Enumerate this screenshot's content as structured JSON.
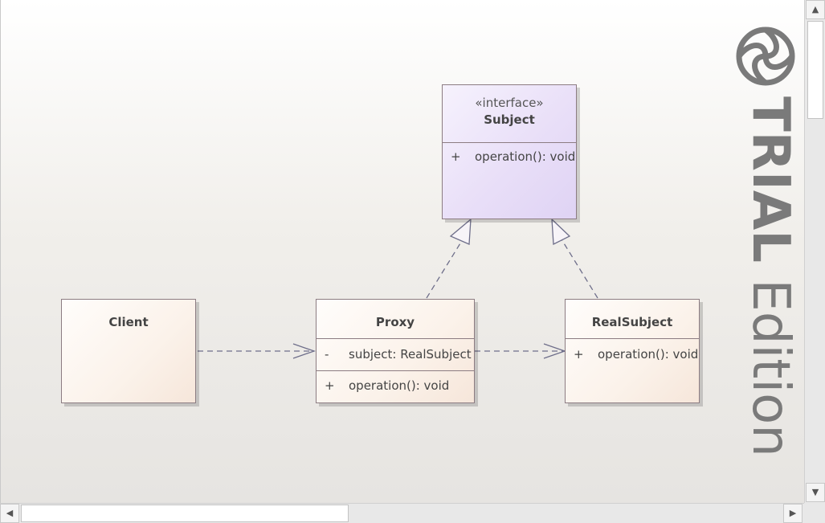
{
  "diagram": {
    "classes": {
      "subject": {
        "stereotype": "«interface»",
        "name": "Subject",
        "operations": [
          {
            "visibility": "+",
            "text": "operation(): void"
          }
        ]
      },
      "client": {
        "name": "Client"
      },
      "proxy": {
        "name": "Proxy",
        "attributes": [
          {
            "visibility": "-",
            "text": "subject: RealSubject"
          }
        ],
        "operations": [
          {
            "visibility": "+",
            "text": "operation(): void"
          }
        ]
      },
      "real_subject": {
        "name": "RealSubject",
        "operations": [
          {
            "visibility": "+",
            "text": "operation(): void"
          }
        ]
      }
    },
    "relationships": [
      {
        "type": "realization",
        "from": "Proxy",
        "to": "Subject"
      },
      {
        "type": "realization",
        "from": "RealSubject",
        "to": "Subject"
      },
      {
        "type": "dependency",
        "from": "Client",
        "to": "Proxy"
      },
      {
        "type": "dependency",
        "from": "Proxy",
        "to": "RealSubject"
      }
    ]
  },
  "watermark": {
    "bold": "TRIAL",
    "normal": " Edition",
    "logo": "sparx-logo-icon"
  },
  "colors": {
    "edge": "#6e6e8a",
    "border": "#8c7c82",
    "watermark": "#7a7a7a"
  },
  "scrollbars": {
    "up_icon": "▲",
    "down_icon": "▼",
    "left_icon": "◀",
    "right_icon": "▶"
  }
}
